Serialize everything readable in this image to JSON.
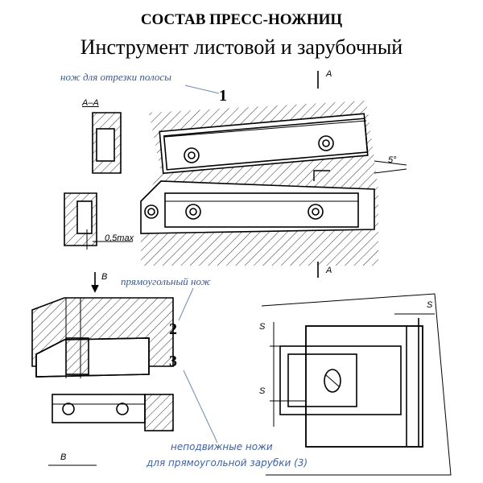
{
  "title": "СОСТАВ ПРЕСС-НОЖНИЦ",
  "subtitle": "Инструмент листовой и зарубочный",
  "captions": {
    "strip_knife": "нож для отрезки полосы",
    "rect_knife": "прямоугольный нож",
    "fixed_knives_1": "неподвижные ножи",
    "fixed_knives_2": "для прямоугольной зарубки (3)"
  },
  "labels": {
    "part1": "1",
    "part2": "2",
    "part3": "3",
    "section_aa": "А–А",
    "a_top": "А",
    "a_bottom": "А",
    "b_top": "В",
    "b_bottom": "В",
    "angle": "5°",
    "gap": "0,5max",
    "s_top": "S",
    "s_left1": "S",
    "s_left2": "S"
  }
}
